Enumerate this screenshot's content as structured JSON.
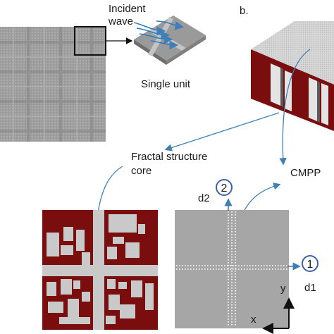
{
  "panel_label_b": "b.",
  "labels": {
    "incident_line1": "Incident",
    "incident_line2": "wave",
    "single_unit": "Single unit",
    "fractal_line1": "Fractal structure",
    "fractal_line2": "core",
    "cmpp": "CMPP",
    "port_2": "2",
    "port_1": "1",
    "d2": "d2",
    "d1": "d1",
    "axis_y": "y",
    "axis_x": "x"
  },
  "colors": {
    "dark_red": "#7a0d0d",
    "panel_gray": "#a3a3a3",
    "light_gray": "#c9c9c9",
    "arrow_blue": "#3f7fb6",
    "port_circle": "#3b63a8"
  }
}
